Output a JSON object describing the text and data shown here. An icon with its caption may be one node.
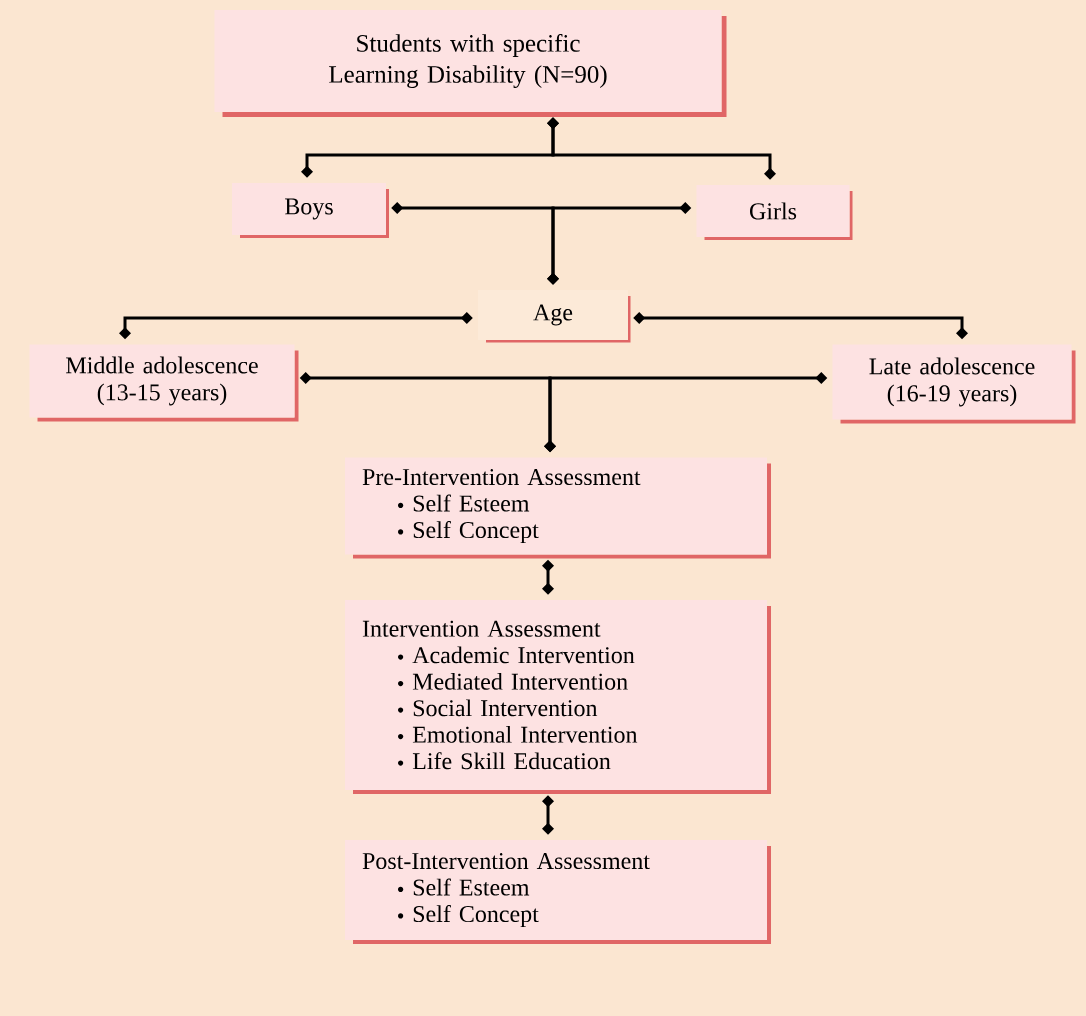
{
  "diagram": {
    "nodes": [
      {
        "text": [
          "Students with specific Learning Disability (N=90)"
        ]
      },
      {
        "text": [
          "Boys"
        ]
      },
      {
        "text": [
          "Girls"
        ]
      },
      {
        "text": [
          "Age"
        ]
      },
      {
        "text": [
          "Middle adolescence (13-15 years)"
        ]
      },
      {
        "text": [
          "Late adolescence (16-19 years)"
        ]
      },
      {
        "text": [
          "Pre-Intervention Assessment",
          "Self Esteem",
          "Self Concept"
        ]
      },
      {
        "text": [
          "Intervention Assessment",
          "Academic Intervention",
          "Mediated Intervention",
          "Social Intervention",
          "Emotional Intervention",
          "Life Skill Education"
        ]
      },
      {
        "text": [
          "Post-Intervention Assessment",
          "Self Esteem",
          "Self Concept"
        ]
      }
    ],
    "edges": [
      {
        "from": 0,
        "to": 1,
        "arrow": "other"
      },
      {
        "from": 0,
        "to": 2,
        "arrow": "other"
      },
      {
        "from": 1,
        "to": 3,
        "arrow": "other"
      },
      {
        "from": 2,
        "to": 3,
        "arrow": "other"
      },
      {
        "from": 3,
        "to": 4,
        "arrow": "other"
      },
      {
        "from": 3,
        "to": 5,
        "arrow": "other"
      },
      {
        "from": 4,
        "to": 6,
        "arrow": "other"
      },
      {
        "from": 5,
        "to": 6,
        "arrow": "other"
      },
      {
        "from": 6,
        "to": 7,
        "arrow": "other"
      },
      {
        "from": 7,
        "to": 8,
        "arrow": "other"
      }
    ]
  }
}
